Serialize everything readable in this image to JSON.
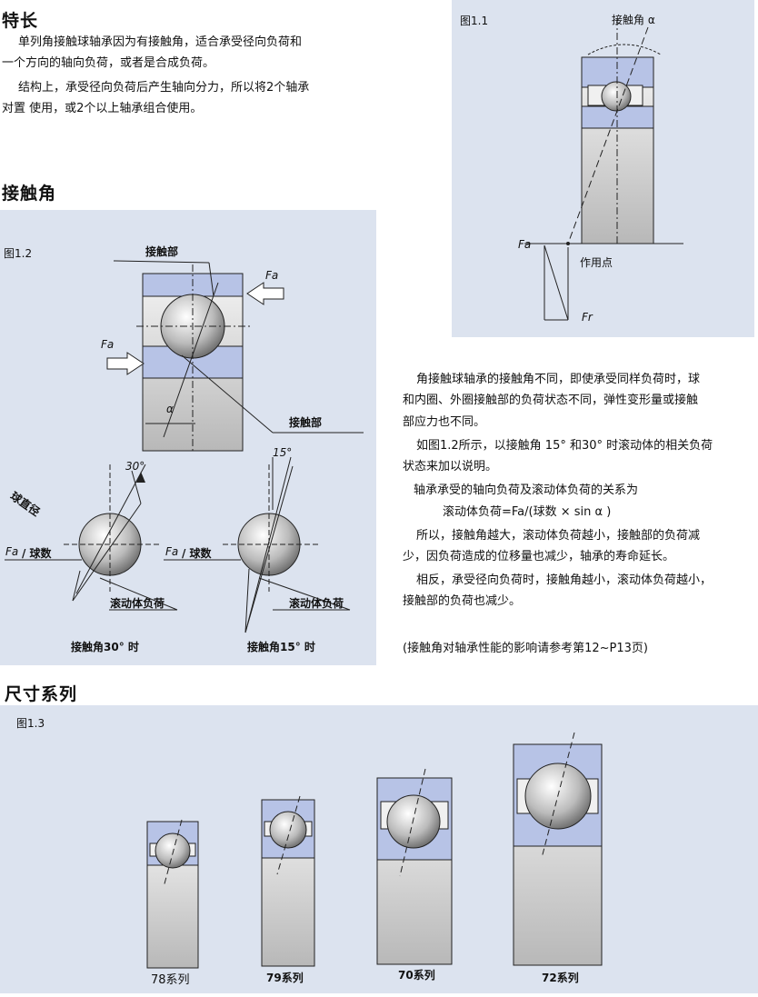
{
  "features": {
    "title": "特长",
    "para1_line1": "单列角接触球轴承因为有接触角，适合承受径向负荷和",
    "para1_line2": "一个方向的轴向负荷，或者是合成负荷。",
    "para2_line1": "结构上，承受径向负荷后产生轴向分力，所以将2个轴承",
    "para2_line2": "对置 使用，或2个以上轴承组合使用。"
  },
  "fig11": {
    "label": "图1.1",
    "contact_angle": "接触角 α",
    "fa": "Fa",
    "fr": "Fr",
    "action_point": "作用点"
  },
  "contact": {
    "title": "接触角"
  },
  "fig12": {
    "label": "图1.2",
    "contact_part_top": "接触部",
    "contact_part_bottom": "接触部",
    "fa_right": "Fa",
    "fa_left": "Fa",
    "alpha": "α",
    "ball_diameter": "球直径",
    "angle30": "30°",
    "angle15": "15°",
    "fa_per_ball_left": "/ 球数",
    "fa_per_ball_right": "/ 球数",
    "fa_sym_left": "Fa",
    "fa_sym_right": "Fa",
    "rolling_load_left": "滚动体负荷",
    "rolling_load_right": "滚动体负荷",
    "caption30": "接触角30° 时",
    "caption15": "接触角15° 时"
  },
  "explain": {
    "l1": "角接触球轴承的接触角不同，即使承受同样负荷时，球",
    "l2": "和内圈、外圈接触部的负荷状态不同，弹性变形量或接触",
    "l3": "部应力也不同。",
    "l4": "如图1.2所示，以接触角 15° 和30° 时滚动体的相关负荷",
    "l5": "状态来加以说明。",
    "l6": "轴承承受的轴向负荷及滚动体负荷的关系为",
    "l7": "滚动体负荷=Fa/(球数 × sin α )",
    "l8": "所以，接触角越大，滚动体负荷越小，接触部的负荷减",
    "l9": "少，因负荷造成的位移量也减少，轴承的寿命延长。",
    "l10": "相反，承受径向负荷时，接触角越小，滚动体负荷越小，",
    "l11": "接触部的负荷也减少。",
    "note": "(接触角对轴承性能的影响请参考第12~P13页)"
  },
  "dimension": {
    "title": "尺寸系列",
    "fig_label": "图1.3",
    "series": [
      "78系列",
      "79系列",
      "70系列",
      "72系列"
    ]
  }
}
